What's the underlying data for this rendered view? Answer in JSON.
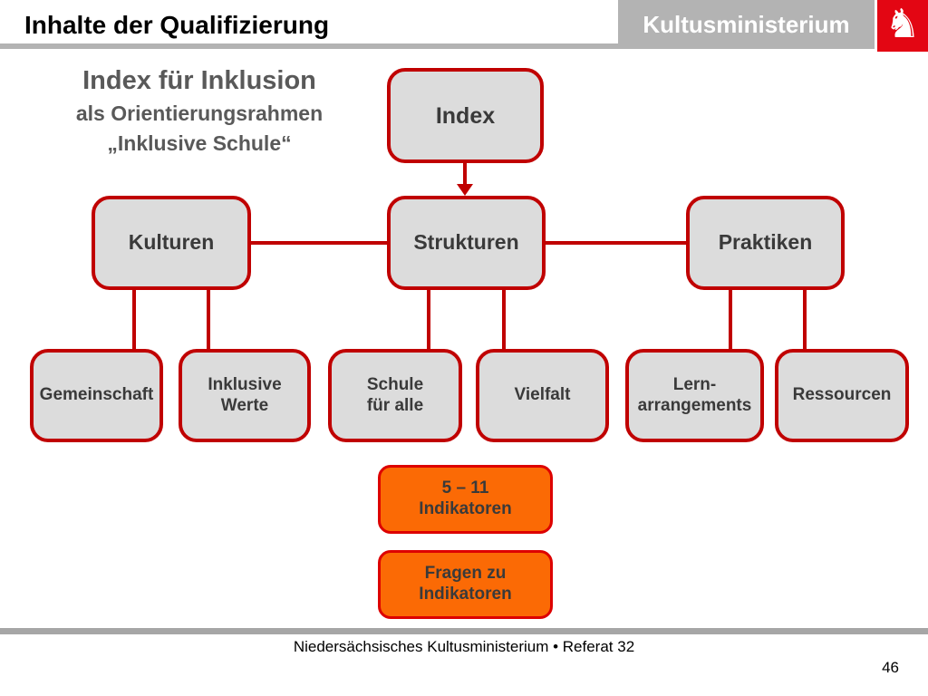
{
  "slide": {
    "title": "Inhalte der Qualifizierung",
    "footer": "Niedersächsisches Kultusministerium • Referat 32",
    "page_number": "46"
  },
  "header": {
    "ministry_label": "Kultusministerium",
    "logo_icon": "lower-saxony-horse",
    "logo_glyph": "♞",
    "bar_color": "#b3b3b3",
    "logo_color": "#e30613"
  },
  "intro": {
    "heading": "Index für Inklusion",
    "subheading_line1": "als Orientierungsrahmen",
    "subheading_line2": "„Inklusive Schule“"
  },
  "diagram": {
    "root": {
      "label": "Index"
    },
    "branches": [
      {
        "label": "Kulturen"
      },
      {
        "label": "Strukturen"
      },
      {
        "label": "Praktiken"
      }
    ],
    "leaves": [
      {
        "label": "Gemeinschaft"
      },
      {
        "label": "Inklusive\nWerte"
      },
      {
        "label": "Schule\nfür  alle"
      },
      {
        "label": "Vielfalt"
      },
      {
        "label": "Lern-\narrangements"
      },
      {
        "label": "Ressourcen"
      }
    ],
    "highlights": [
      {
        "label": "5 – 11\nIndikatoren"
      },
      {
        "label": "Fragen zu\nIndikatoren"
      }
    ],
    "colors": {
      "node_fill": "#dcdcdc",
      "node_border": "#c00000",
      "connector": "#c00000",
      "highlight_fill": "#fb6a05",
      "highlight_border": "#dd0000"
    }
  }
}
